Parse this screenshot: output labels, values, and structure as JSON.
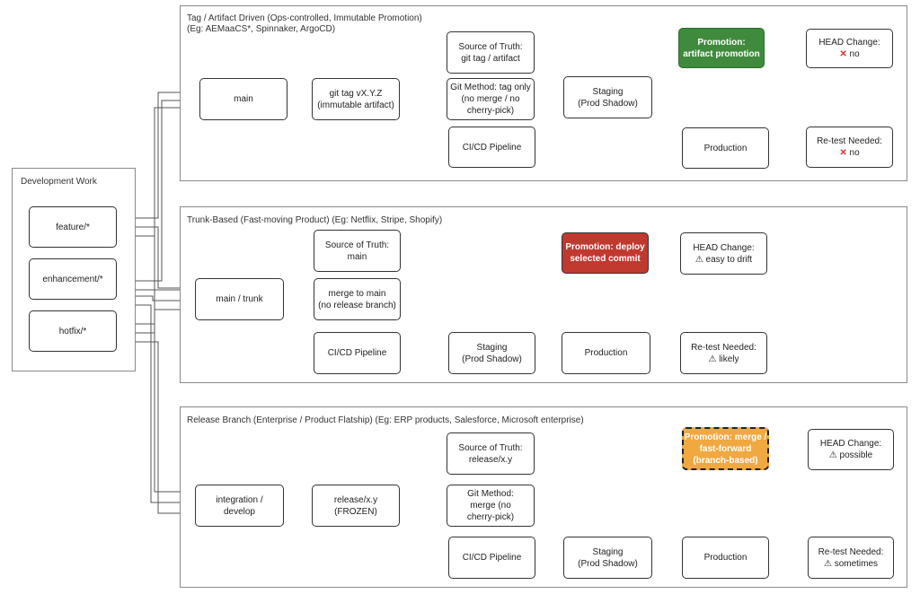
{
  "dev": {
    "title": "Development Work",
    "feature": "feature/*",
    "enhancement": "enhancement/*",
    "hotfix": "hotfix/*"
  },
  "tag": {
    "title": "Tag / Artifact Driven (Ops-controlled, Immutable Promotion)\n(Eg: AEMaaCS*, Spinnaker, ArgoCD)",
    "main": "main",
    "gittag": "git tag vX.Y.Z\n(immutable artifact)",
    "source": "Source of Truth:\ngit tag / artifact",
    "method": "Git Method: tag only\n(no merge / no\ncherry-pick)",
    "cicd": "CI/CD Pipeline",
    "staging": "Staging\n(Prod Shadow)",
    "promotion": "Promotion:\nartifact promotion",
    "production": "Production",
    "head_label": "HEAD Change:",
    "head_value": "no",
    "retest_label": "Re-test Needed:",
    "retest_value": "no"
  },
  "trunk": {
    "title": "Trunk-Based (Fast-moving Product) (Eg: Netflix, Stripe, Shopify)",
    "main": "main / trunk",
    "source": "Source of Truth:\nmain",
    "merge": "merge to main\n(no release branch)",
    "cicd": "CI/CD Pipeline",
    "staging": "Staging\n(Prod Shadow)",
    "promotion": "Promotion: deploy\nselected commit",
    "production": "Production",
    "head_label": "HEAD Change:",
    "head_value": "easy to drift",
    "retest_label": "Re-test Needed:",
    "retest_value": "likely"
  },
  "release": {
    "title": "Release Branch (Enterprise / Product Flatship) (Eg: ERP products, Salesforce, Microsoft enterprise)",
    "integration": "integration /\ndevelop",
    "branch": "release/x.y\n(FROZEN)",
    "source": "Source of Truth:\nrelease/x.y",
    "method": "Git Method:\nmerge (no\ncherry-pick)",
    "cicd": "CI/CD Pipeline",
    "staging": "Staging\n(Prod Shadow)",
    "promotion": "Promotion: merge /\nfast-forward\n(branch-based)",
    "production": "Production",
    "head_label": "HEAD Change:",
    "head_value": "possible",
    "retest_label": "Re-test Needed:",
    "retest_value": "sometimes"
  },
  "icons": {
    "cross": "cross-mark-icon",
    "warning": "warning-icon"
  },
  "colors": {
    "green": "#3f8a3c",
    "red": "#c0392f",
    "orange": "#f0a840"
  }
}
